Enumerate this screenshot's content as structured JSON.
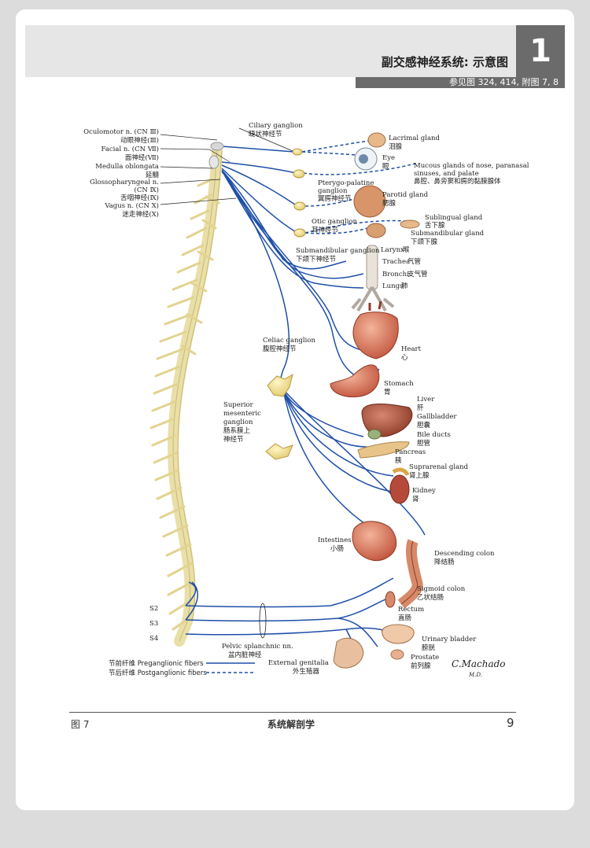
{
  "header": {
    "title": "副交感神经系统: 示意图",
    "number": "1",
    "subtitle": "参见图 324, 414, 附图 7, 8"
  },
  "left_labels": [
    {
      "en": "Oculomotor n. (CN Ⅲ)",
      "zh": "动眼神经(Ⅲ)"
    },
    {
      "en": "Facial n. (CN Ⅶ)",
      "zh": "面神经(Ⅶ)"
    },
    {
      "en": "Medulla oblongata",
      "zh": "延髓"
    },
    {
      "en": "Glossopharyngeal n.",
      "en2": "(CN Ⅸ)",
      "zh": "舌咽神经(Ⅸ)"
    },
    {
      "en": "Vagus n. (CN Ⅹ)",
      "zh": "迷走神经(Ⅹ)"
    }
  ],
  "ganglia": {
    "ciliary": {
      "en": "Ciliary ganglion",
      "zh": "睫状神经节"
    },
    "pterygo": {
      "en": "Pterygo-palatine",
      "en2": "ganglion",
      "zh": "翼腭神经节"
    },
    "otic": {
      "en": "Otic ganglion",
      "zh": "耳神经节"
    },
    "submand": {
      "en": "Submandibular ganglion",
      "zh": "下颌下神经节"
    },
    "celiac": {
      "en": "Celiac ganglion",
      "zh": "腹腔神经节"
    },
    "supmes": {
      "en1": "Superior",
      "en2": "mesenteric",
      "en3": "ganglion",
      "zh1": "肠系膜上",
      "zh2": "神经节"
    }
  },
  "organs": {
    "lacrimal": {
      "en": "Lacrimal gland",
      "zh": "泪腺"
    },
    "eye": {
      "en": "Eye",
      "zh": "眼"
    },
    "mucous": {
      "en1": "Mucous glands of nose, paranasal",
      "en2": "sinuses, and palate",
      "zh": "鼻腔、鼻旁窦和腭的黏膜腺体"
    },
    "parotid": {
      "en": "Parotid gland",
      "zh": "腮腺"
    },
    "sublingual": {
      "en": "Sublingual gland",
      "zh": "舌下腺"
    },
    "submandgl": {
      "en": "Submandibular gland",
      "zh": "下颌下腺"
    },
    "larynx": {
      "en": "Larynx",
      "zh": "喉"
    },
    "trachea": {
      "en": "Trachea",
      "zh": "气管"
    },
    "bronchi": {
      "en": "Bronchi",
      "zh": "支气管"
    },
    "lungs": {
      "en": "Lungs",
      "zh": "肺"
    },
    "heart": {
      "en": "Heart",
      "zh": "心"
    },
    "stomach": {
      "en": "Stomach",
      "zh": "胃"
    },
    "liver": {
      "en": "Liver",
      "zh": "肝"
    },
    "gallbladder": {
      "en": "Gallbladder",
      "zh": "胆囊"
    },
    "bileducts": {
      "en": "Bile ducts",
      "zh": "胆管"
    },
    "pancreas": {
      "en": "Pancreas",
      "zh": "胰"
    },
    "suprarenal": {
      "en": "Suprarenal gland",
      "zh": "肾上腺"
    },
    "kidney": {
      "en": "Kidney",
      "zh": "肾"
    },
    "intestines": {
      "en": "Intestines",
      "zh": "小肠"
    },
    "desccolon": {
      "en": "Descending colon",
      "zh": "降结肠"
    },
    "sigmoid": {
      "en": "Sigmoid colon",
      "zh": "乙状结肠"
    },
    "rectum": {
      "en": "Rectum",
      "zh": "直肠"
    },
    "bladder": {
      "en": "Urinary bladder",
      "zh": "膀胱"
    },
    "prostate": {
      "en": "Prostate",
      "zh": "前列腺"
    },
    "genitalia": {
      "en": "External genitalia",
      "zh": "外生殖器"
    }
  },
  "sacral": {
    "s2": "S2",
    "s3": "S3",
    "s4": "S4"
  },
  "pelvic": {
    "en": "Pelvic splanchnic nn.",
    "zh": "盆内脏神经"
  },
  "legend": {
    "pre": "节前纤维 Preganglionic fibers",
    "post": "节后纤维 Postganglionic fibers"
  },
  "signature": "C.Machado",
  "signature2": "M.D.",
  "footer": {
    "left": "图 7",
    "center": "系统解剖学",
    "right": "9"
  },
  "colors": {
    "nerve_blue": "#1f4fa8",
    "spinal_cord": "#e9dfa8",
    "organ_red": "#d9735a",
    "header_gray": "#6b6b6b"
  }
}
